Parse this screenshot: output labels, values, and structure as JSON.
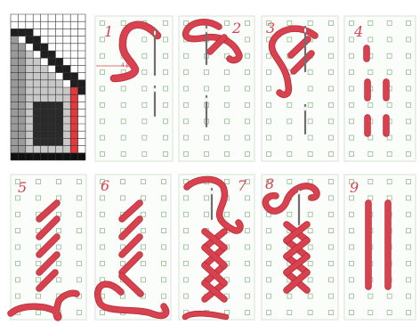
{
  "colors": {
    "thread": "#d8424f",
    "thread_dark": "#b62a3a",
    "hole_border": "#9dc49a",
    "hole_fill": "#ffffff",
    "panel_bg": "#fbfdfb",
    "panel_border": "#d7e3d6",
    "gap_bg": "#eef0ee",
    "needle": "#6e6e6e"
  },
  "figure_title": "",
  "chart_grid_icon": "cross-stitch-chart-icon",
  "steps": [
    {
      "label": "1",
      "icon": "needle-icon"
    },
    {
      "label": "2",
      "icon": "needle-icon"
    },
    {
      "label": "3",
      "icon": "needle-icon"
    },
    {
      "label": "4",
      "icon": "stitch-icon"
    },
    {
      "label": "5",
      "icon": "stitch-icon"
    },
    {
      "label": "6",
      "icon": "stitch-icon"
    },
    {
      "label": "7",
      "icon": "needle-icon"
    },
    {
      "label": "8",
      "icon": "needle-icon"
    },
    {
      "label": "9",
      "icon": "stitch-icon"
    }
  ],
  "annotation": "4 p."
}
